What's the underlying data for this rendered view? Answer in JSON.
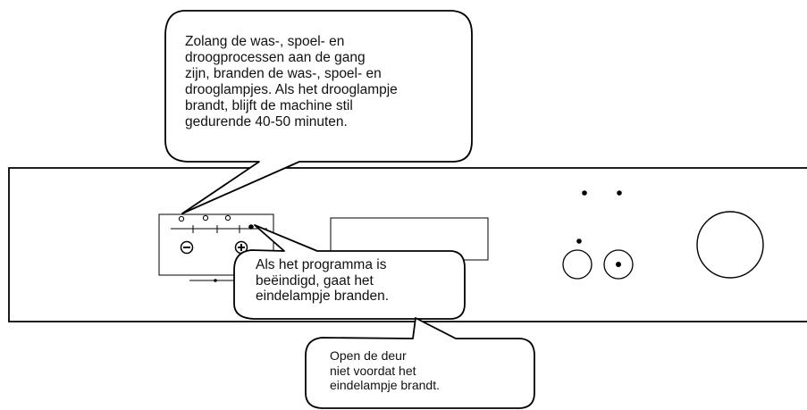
{
  "callouts": {
    "drying_info": "Zolang de was-, spoel- en\ndroogprocessen aan de gang\nzijn, branden de was-, spoel- en\ndrooglampjes. Als het drooglampje\nbrandt, blijft de machine stil\ngedurende 40-50 minuten.",
    "end_lamp_info": "Als het programma is\nbeëindigd, gaat het\neindelampje branden.",
    "door_info": "Open de deur\nniet voordat het\neindelampje brandt."
  },
  "icons": {
    "minus_button": "minus-in-circle",
    "plus_button": "plus-in-circle"
  },
  "colors": {
    "line": "#000000",
    "background": "#ffffff"
  }
}
